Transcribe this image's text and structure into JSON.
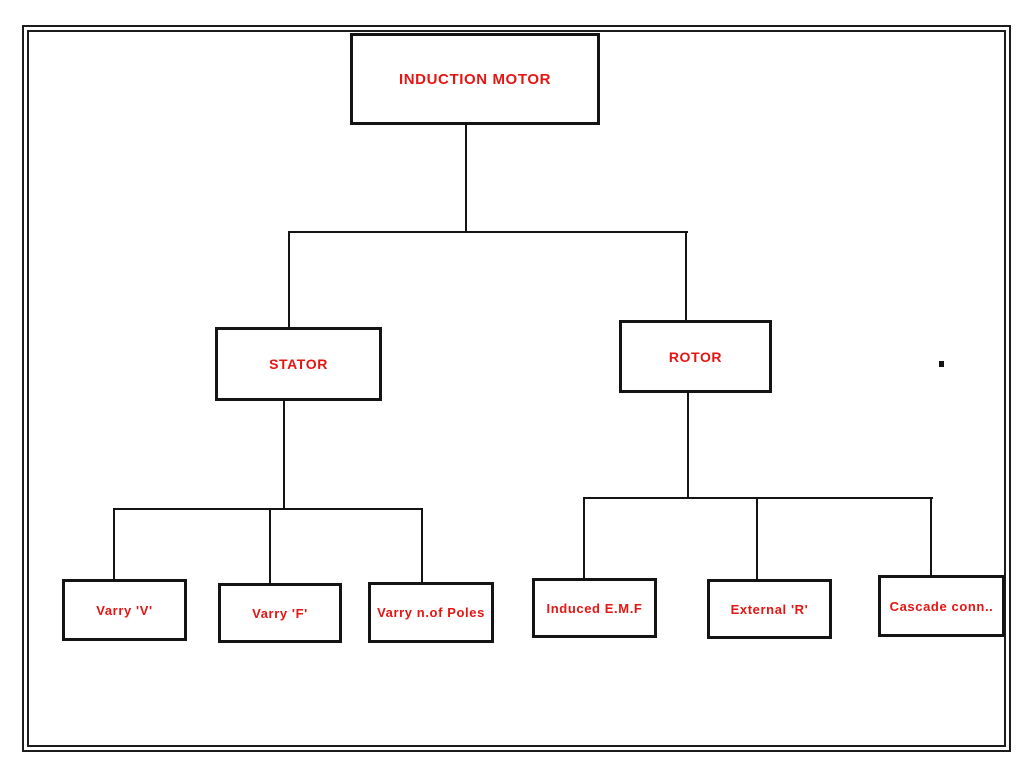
{
  "diagram": {
    "type": "tree",
    "nodes": {
      "root": {
        "label": "INDUCTION MOTOR"
      },
      "stator": {
        "label": "STATOR"
      },
      "rotor": {
        "label": "ROTOR"
      },
      "varry_v": {
        "label": "Varry 'V'"
      },
      "varry_f": {
        "label": "Varry 'F'"
      },
      "varry_poles": {
        "label": "Varry n.of Poles"
      },
      "induced_emf": {
        "label": "Induced E.M.F"
      },
      "external_r": {
        "label": "External 'R'"
      },
      "cascade_conn": {
        "label": "Cascade conn.."
      }
    },
    "edges": [
      [
        "INDUCTION MOTOR",
        "STATOR"
      ],
      [
        "INDUCTION MOTOR",
        "ROTOR"
      ],
      [
        "STATOR",
        "Varry 'V'"
      ],
      [
        "STATOR",
        "Varry 'F'"
      ],
      [
        "STATOR",
        "Varry n.of Poles"
      ],
      [
        "ROTOR",
        "Induced E.M.F"
      ],
      [
        "ROTOR",
        "External 'R'"
      ],
      [
        "ROTOR",
        "Cascade conn.."
      ]
    ],
    "colors": {
      "label_text": "#e41512",
      "box_border": "#141414",
      "connector": "#141414",
      "background": "#ffffff"
    }
  }
}
